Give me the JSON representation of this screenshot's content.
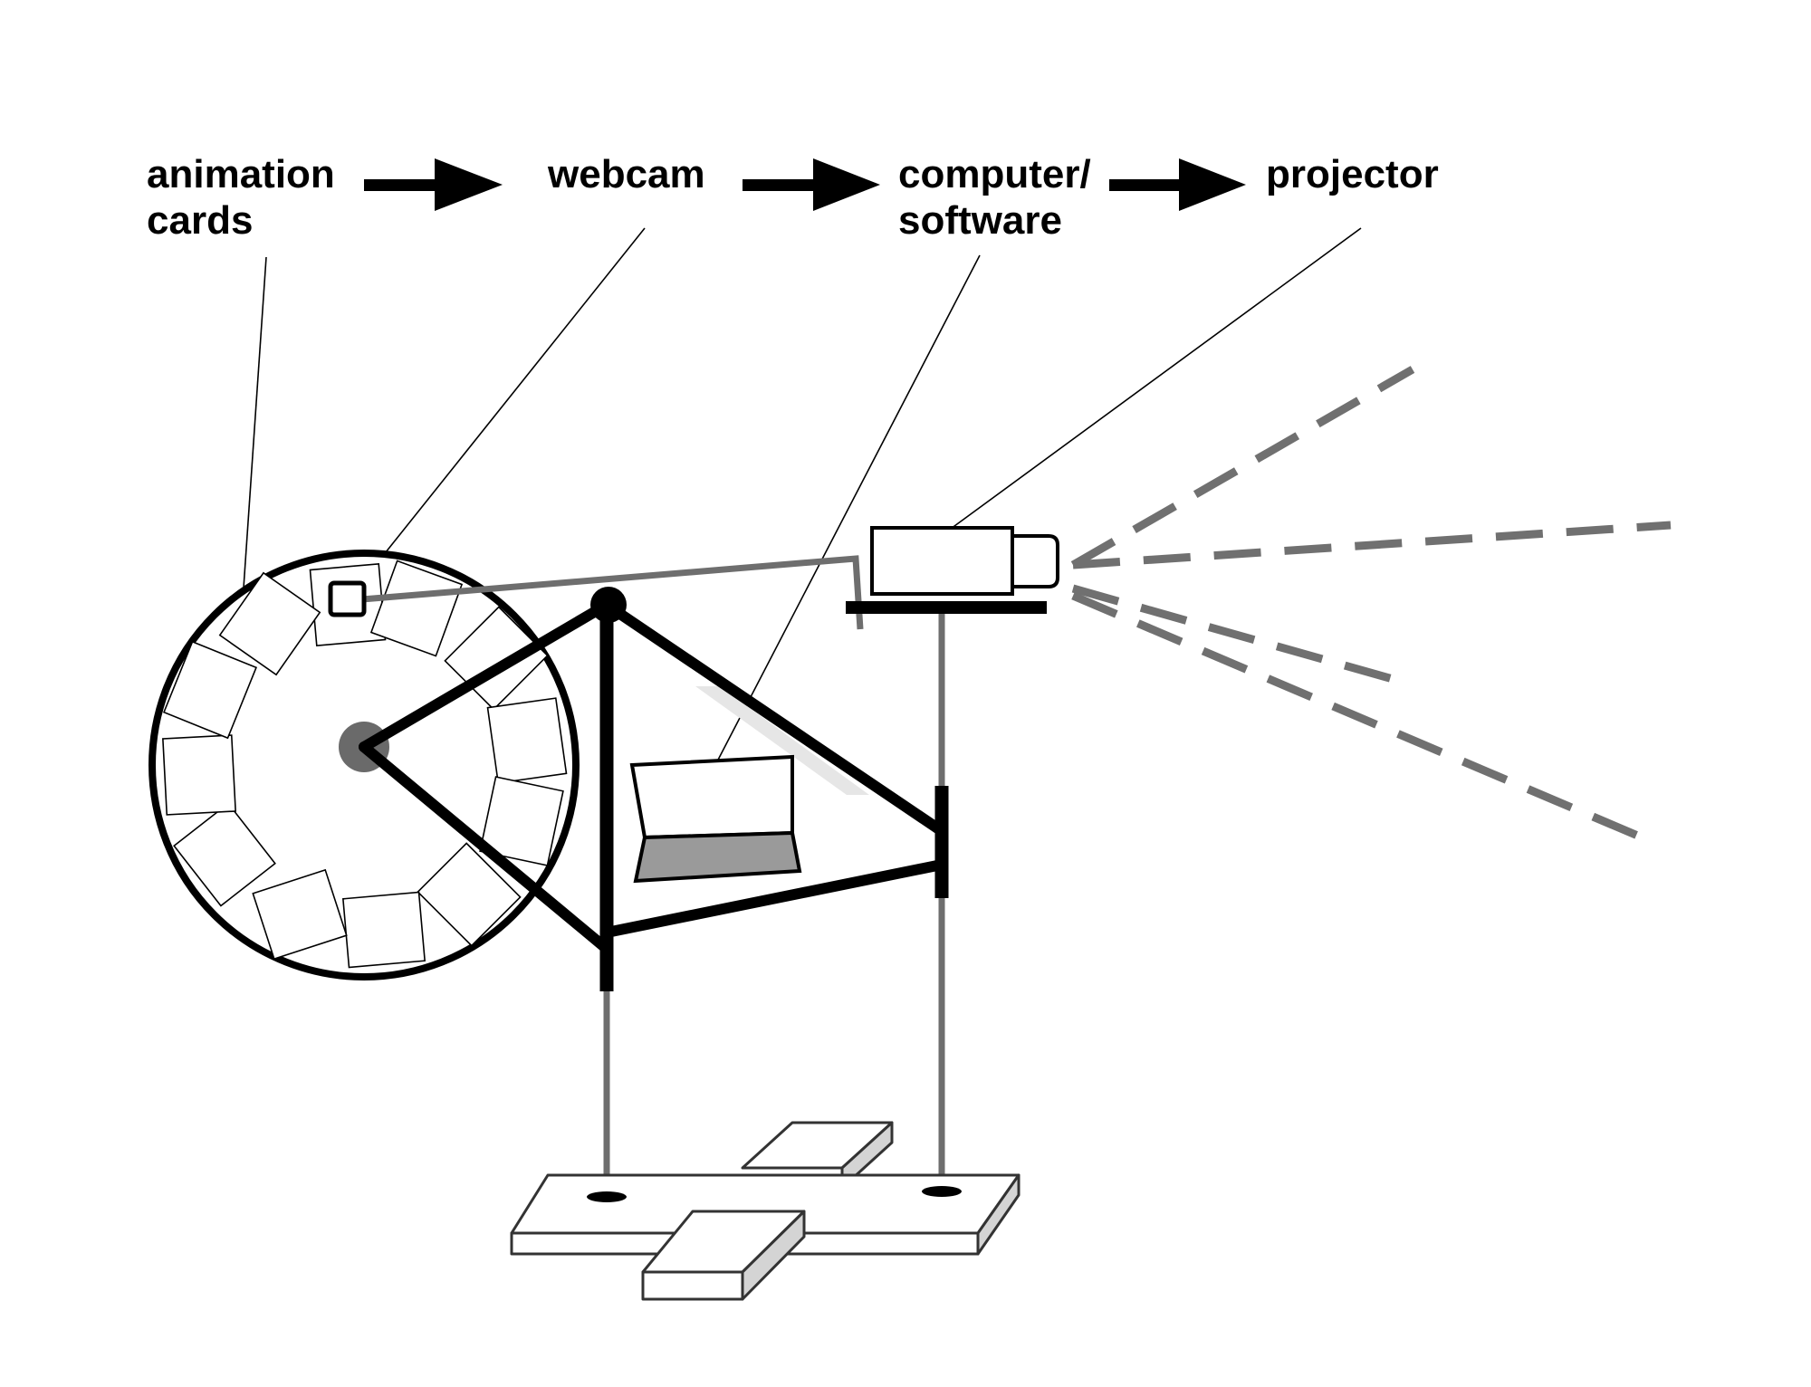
{
  "labels": {
    "animation_cards_line1": "animation",
    "animation_cards_line2": "cards",
    "webcam": "webcam",
    "computer_line1": "computer/",
    "computer_line2": "software",
    "projector": "projector"
  },
  "colors": {
    "ink": "#000000",
    "gray_rod": "#6e6e6e",
    "beam": "#707070",
    "laptop_base": "#9a9a9a",
    "block_side": "#d4d4d4",
    "hub": "#6a6a6a"
  },
  "icons": [
    "card-wheel-icon",
    "webcam-icon",
    "laptop-icon",
    "projector-icon",
    "stand-base-icon"
  ]
}
